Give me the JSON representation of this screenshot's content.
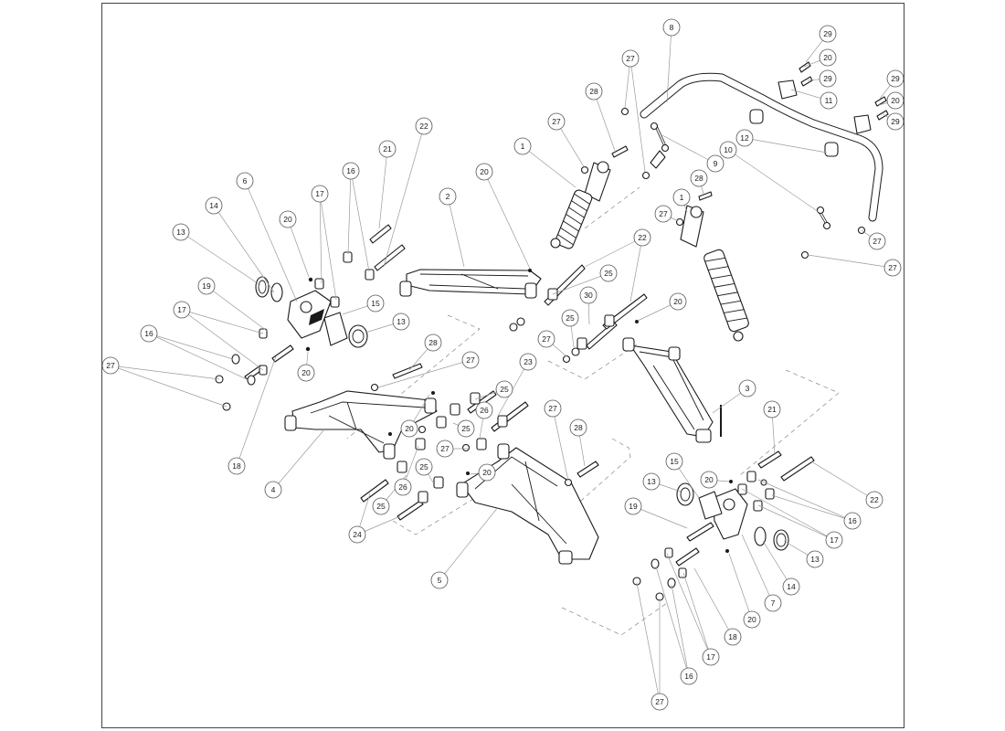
{
  "callouts": [
    "1",
    "2",
    "3",
    "4",
    "5",
    "6",
    "7",
    "8",
    "9",
    "10",
    "11",
    "12",
    "13",
    "14",
    "15",
    "16",
    "17",
    "18",
    "19",
    "20",
    "21",
    "22",
    "23",
    "24",
    "25",
    "26",
    "27",
    "28",
    "29",
    "30"
  ],
  "colors": {
    "ink": "#1a1a1a",
    "leader": "#9a9a9a",
    "frame": "#444444",
    "background": "#ffffff"
  }
}
